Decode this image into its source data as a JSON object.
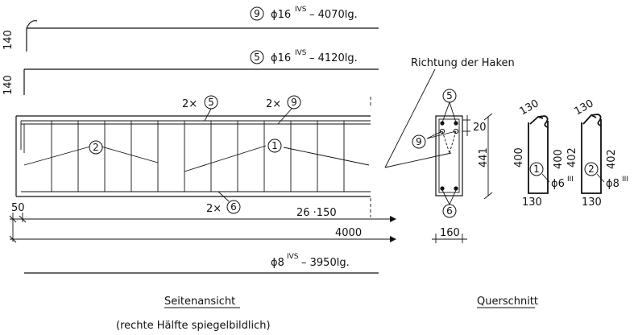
{
  "bar9": {
    "mark": "9",
    "dia": "ϕ16",
    "grade": "IVS",
    "len": "– 4070lg."
  },
  "bar5": {
    "mark": "5",
    "dia": "ϕ16",
    "grade": "IVS",
    "len": "– 4120lg."
  },
  "bar8": {
    "dia": "ϕ8",
    "grade": "IVS",
    "len": "– 3950lg."
  },
  "side": {
    "dim140a": "140",
    "dim140b": "140",
    "lbl2x5": "2×",
    "m5": "5",
    "lbl2x9": "2×",
    "m9": "9",
    "m2": "2",
    "m1": "1",
    "lbl2x6": "2×",
    "m6": "6",
    "dim50": "50",
    "dimSpacing": "26 ·150",
    "dim4000": "4000"
  },
  "cross": {
    "hookLabel": "Richtung der Haken",
    "m5": "5",
    "m9": "9",
    "m6": "6",
    "dim20": "20",
    "dim441": "441",
    "dim160": "160"
  },
  "stirrup1": {
    "top": "130",
    "left": "400",
    "right": "400",
    "bottom": "130",
    "mark": "1",
    "dia": "ϕ6",
    "grade": "III"
  },
  "stirrup2": {
    "top": "130",
    "left": "402",
    "right": "402",
    "bottom": "130",
    "mark": "2",
    "dia": "ϕ8",
    "grade": "III"
  },
  "captions": {
    "side": "Seitenansicht",
    "sideNote": "(rechte Hälfte spiegelbildlich)",
    "cross": "Querschnitt"
  }
}
